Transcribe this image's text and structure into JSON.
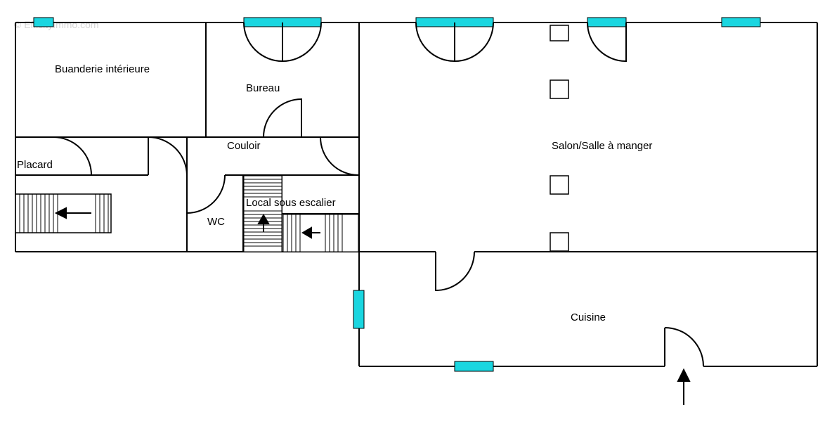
{
  "watermark": "© EfficityImmo.com",
  "rooms": {
    "buanderie": "Buanderie intérieure",
    "bureau": "Bureau",
    "couloir": "Couloir",
    "placard": "Placard",
    "wc": "WC",
    "local": "Local sous escalier",
    "salon": "Salon/Salle à manger",
    "cuisine": "Cuisine"
  },
  "colors": {
    "window": "#1ad6e0",
    "wall": "#000000"
  }
}
